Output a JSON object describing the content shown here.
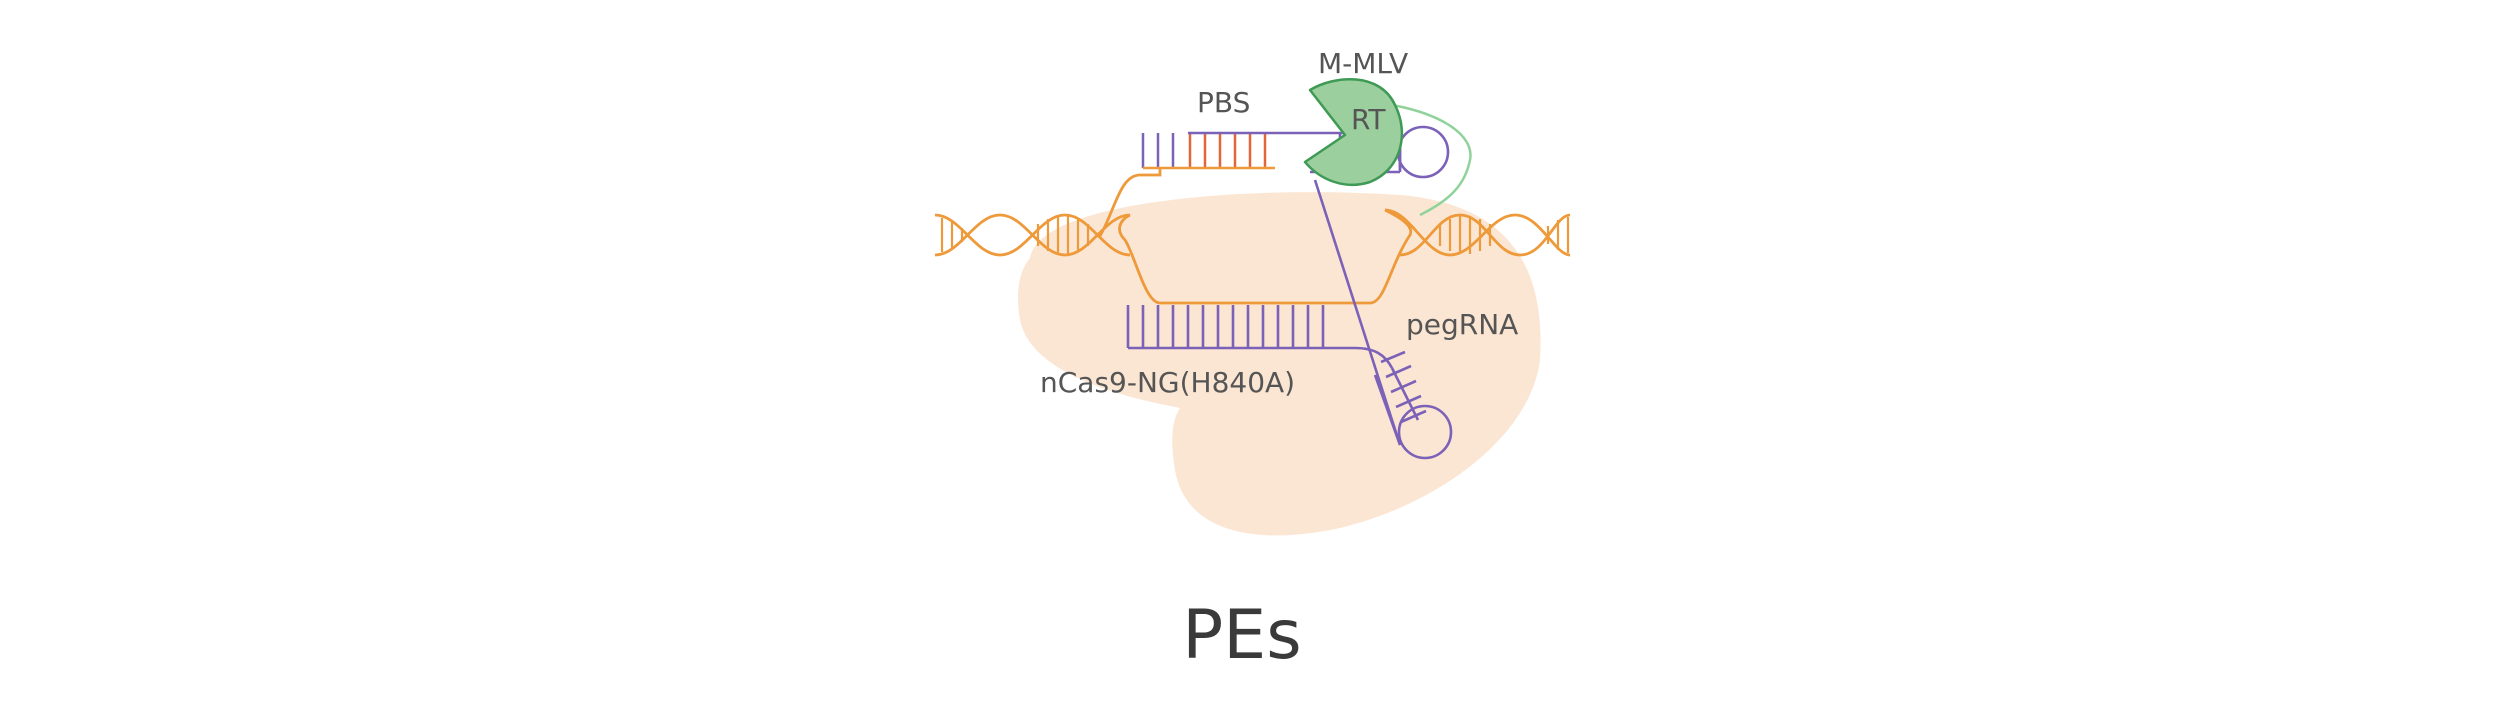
{
  "diagram": {
    "title": "PEs",
    "labels": {
      "mmlv": "M-MLV",
      "rt": "RT",
      "pbs": "PBS",
      "pegrna": "pegRNA",
      "ncas9": "nCas9-NG(H840A)"
    }
  },
  "colors": {
    "dna": "#EE9A3A",
    "rna": "#7B62B8",
    "pbs_edit": "#E2663A",
    "protein_blob": "#FBE6D3",
    "rt_fill": "#9CCF9E",
    "rt_stroke": "#3E9A55",
    "tether": "#8FD39A",
    "label_text": "#555555",
    "title_text": "#3A3A3A"
  }
}
